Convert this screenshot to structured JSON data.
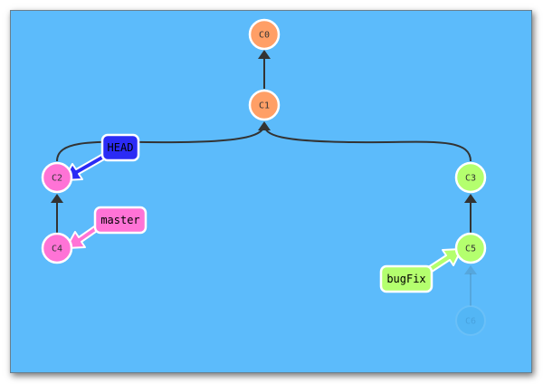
{
  "colors": {
    "background": "#5cbbfb",
    "frame_border": "#6a7f8c",
    "edge": "#333333",
    "root_branch": "#ff9f66",
    "master_branch": "#ff73d6",
    "bugfix_branch": "#b4ff6e",
    "head": "#2b2bf5",
    "ghost": "#4ab0ee"
  },
  "commits": [
    {
      "id": "C0",
      "color": "#ff9f66"
    },
    {
      "id": "C1",
      "color": "#ff9f66"
    },
    {
      "id": "C2",
      "color": "#ff73d6"
    },
    {
      "id": "C4",
      "color": "#ff73d6"
    },
    {
      "id": "C3",
      "color": "#b4ff6e"
    },
    {
      "id": "C5",
      "color": "#b4ff6e"
    },
    {
      "id": "C6",
      "color": "#4ab0ee",
      "ghost": true
    }
  ],
  "edges": [
    {
      "from": "C1",
      "to": "C0"
    },
    {
      "from": "C2",
      "to": "C1"
    },
    {
      "from": "C3",
      "to": "C1"
    },
    {
      "from": "C4",
      "to": "C2"
    },
    {
      "from": "C5",
      "to": "C3"
    },
    {
      "from": "C6",
      "to": "C5",
      "ghost": true
    }
  ],
  "refs": [
    {
      "label": "HEAD",
      "color": "#2b2bf5",
      "target": "C2"
    },
    {
      "label": "master",
      "color": "#ff73d6",
      "target": "C4"
    },
    {
      "label": "bugFix",
      "color": "#b4ff6e",
      "target": "C5"
    }
  ]
}
